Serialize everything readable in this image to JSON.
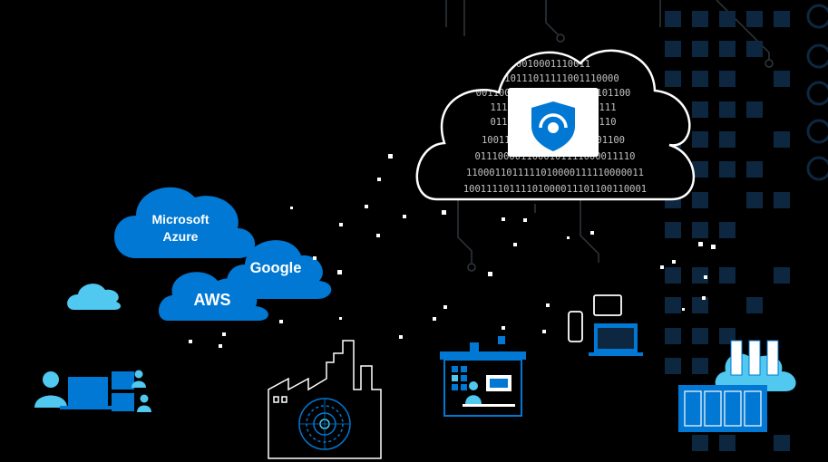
{
  "clouds": {
    "microsoft_azure": {
      "line1": "Microsoft",
      "line2": "Azure"
    },
    "google": {
      "label": "Google"
    },
    "aws": {
      "label": "AWS"
    }
  },
  "binary_rows": [
    "0010001110011",
    "01110111011111001110000",
    "001100111101111000001101100",
    "1111111111110000011111",
    "0111110100111111000110",
    "1001110011100000111001100",
    "0111000011000101111000011110",
    "1100011011111010000111110000011",
    "10011110111101000011101100110001"
  ],
  "colors": {
    "background": "#000000",
    "azure_blue": "#0078d4",
    "light_blue": "#50c8ef",
    "tile_dark": "#0e2740",
    "outline": "#ffffff"
  },
  "icons": [
    "shield-icon",
    "factory-icon",
    "office-building-icon",
    "devices-icon",
    "server-rack-icon",
    "users-icon"
  ]
}
